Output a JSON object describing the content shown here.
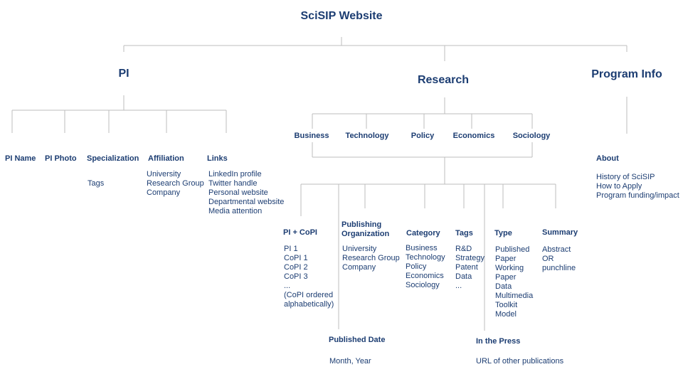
{
  "title": "SciSIP Website",
  "pi": {
    "label": "PI",
    "name": "PI Name",
    "photo": "PI Photo",
    "specialization": {
      "label": "Specialization",
      "items": [
        "Tags"
      ]
    },
    "affiliation": {
      "label": "Affiliation",
      "items": [
        "University",
        "Research Group",
        "Company"
      ]
    },
    "links": {
      "label": "Links",
      "items": [
        "LinkedIn profile",
        "Twitter handle",
        "Personal website",
        "Departmental website",
        "Media attention"
      ]
    }
  },
  "research": {
    "label": "Research",
    "categories": [
      "Business",
      "Technology",
      "Policy",
      "Economics",
      "Sociology"
    ],
    "pi_copi": {
      "label": "PI + CoPI",
      "items": [
        "PI 1",
        "CoPI 1",
        "CoPI 2",
        "CoPI 3",
        "...",
        "(CoPI ordered",
        "alphabetically)"
      ]
    },
    "publishing_org": {
      "label": [
        "Publishing",
        "Organization"
      ],
      "items": [
        "University",
        "Research Group",
        "Company"
      ]
    },
    "category": {
      "label": "Category",
      "items": [
        "Business",
        "Technology",
        "Policy",
        "Economics",
        "Sociology"
      ]
    },
    "tags": {
      "label": "Tags",
      "items": [
        "R&D",
        "Strategy",
        "Patent",
        "Data",
        "..."
      ]
    },
    "type": {
      "label": "Type",
      "items": [
        "Published",
        "Paper",
        "Working",
        "Paper",
        "Data",
        "Multimedia",
        "Toolkit",
        "Model"
      ]
    },
    "summary": {
      "label": "Summary",
      "items": [
        "Abstract",
        "OR",
        "punchline"
      ]
    },
    "published_date": {
      "label": "Published Date",
      "items": [
        "Month, Year"
      ]
    },
    "in_the_press": {
      "label": "In the Press",
      "items": [
        "URL of other publications"
      ]
    }
  },
  "program_info": {
    "label": "Program Info",
    "about": {
      "label": "About",
      "items": [
        "History of SciSIP",
        "How to Apply",
        "Program funding/impact"
      ]
    }
  }
}
